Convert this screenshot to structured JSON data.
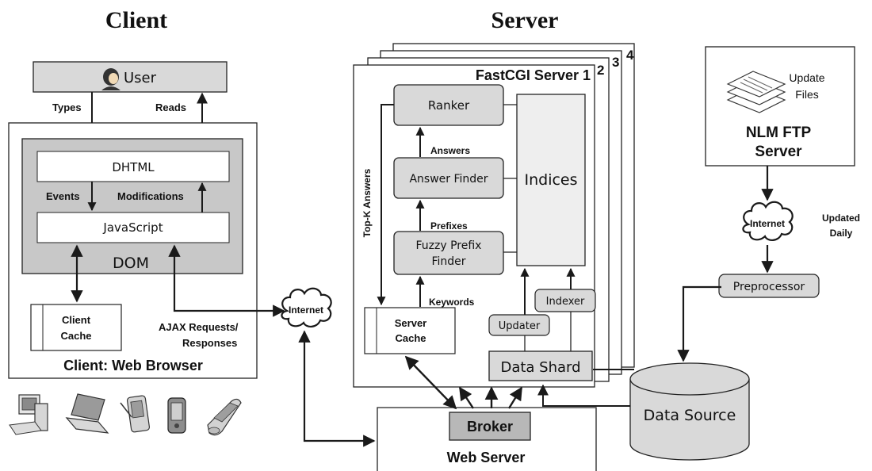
{
  "headings": {
    "client": "Client",
    "server": "Server"
  },
  "client": {
    "user_label": "User",
    "types_label": "Types",
    "reads_label": "Reads",
    "dhtml_label": "DHTML",
    "events_label": "Events",
    "modifications_label": "Modifications",
    "javascript_label": "JavaScript",
    "dom_label": "DOM",
    "cache_label_1": "Client",
    "cache_label_2": "Cache",
    "browser_label": "Client: Web Browser",
    "ajax_label_1": "AJAX Requests/",
    "ajax_label_2": "Responses",
    "devices": [
      "desktop-computer-icon",
      "laptop-icon",
      "pda-icon",
      "smartphone-icon",
      "flip-phone-icon"
    ]
  },
  "server": {
    "fastcgi_label": "FastCGI Server 1",
    "stack_numbers": [
      "2",
      "3",
      "4"
    ],
    "ranker_label": "Ranker",
    "answers_label": "Answers",
    "answer_finder_label": "Answer Finder",
    "prefixes_label": "Prefixes",
    "fuzzy_label_1": "Fuzzy Prefix",
    "fuzzy_label_2": "Finder",
    "keywords_label": "Keywords",
    "topk_label": "Top-K Answers",
    "indices_label": "Indices",
    "server_cache_label_1": "Server",
    "server_cache_label_2": "Cache",
    "updater_label": "Updater",
    "indexer_label": "Indexer",
    "data_shard_label": "Data Shard",
    "broker_label": "Broker",
    "web_server_label": "Web Server",
    "data_source_label": "Data Source"
  },
  "internet": {
    "label": "Internet"
  },
  "nlm": {
    "files_label_1": "Update",
    "files_label_2": "Files",
    "server_label_1": "NLM FTP",
    "server_label_2": "Server",
    "updated_label_1": "Updated",
    "updated_label_2": "Daily",
    "preprocessor_label": "Preprocessor"
  },
  "colors": {
    "box_gray": "#d9d9d9",
    "dom_gray": "#c8c8c8",
    "broker_gray": "#b8b8b8",
    "panel_light": "#eeeeee",
    "line": "#1a1a1a"
  }
}
